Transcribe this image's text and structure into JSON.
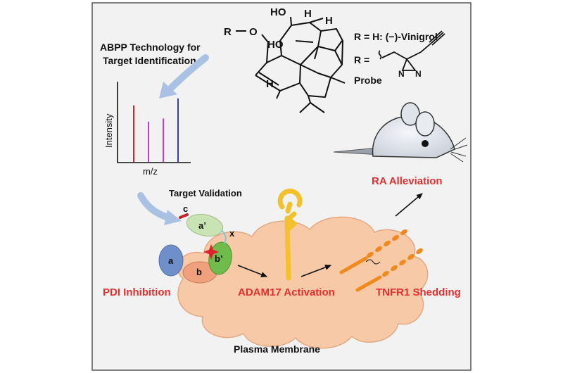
{
  "structure": {
    "r_group_label": "R",
    "oxygen_label": "O",
    "ho_top": "HO",
    "ho_mid": "HO",
    "h_top1": "H",
    "h_top2": "H",
    "h_bottom": "H"
  },
  "legend_r": {
    "line1": "R = H: (−)-Vinigrol",
    "line2_prefix": "R =",
    "line3": "Probe",
    "diazirine_n": "N",
    "diazirine_n2": "N"
  },
  "abpp": {
    "line1": "ABPP Technology for",
    "line2": "Target Identification"
  },
  "spectrum": {
    "ylabel": "Intensity",
    "xlabel": "m/z",
    "peaks": [
      {
        "value": 0.73,
        "color": "#cc2a2a"
      },
      {
        "value": 0.52,
        "color": "#c23bd3"
      },
      {
        "value": 0.56,
        "color": "#c23bd3"
      },
      {
        "value": 0.82,
        "color": "#3a3ab8"
      }
    ]
  },
  "validation": {
    "title": "Target Validation",
    "c": "c",
    "a_prime": "a’",
    "x": "x",
    "a": "a",
    "b": "b",
    "b_prime": "b’"
  },
  "labels": {
    "pdi": "PDI Inhibition",
    "adam17": "ADAM17 Activation",
    "tnfr1": "TNFR1 Shedding",
    "membrane": "Plasma Membrane",
    "ra": "RA Alleviation"
  },
  "colors": {
    "background": "#f2f2f2",
    "border": "#555555",
    "cloud": "#f7c9a6",
    "cloud_edge": "#e2a983",
    "red_label": "#e03030",
    "adam17": "#f3c12b",
    "tnfr1": "#f08a1c",
    "arrow_blue": "#a9c2e3"
  }
}
